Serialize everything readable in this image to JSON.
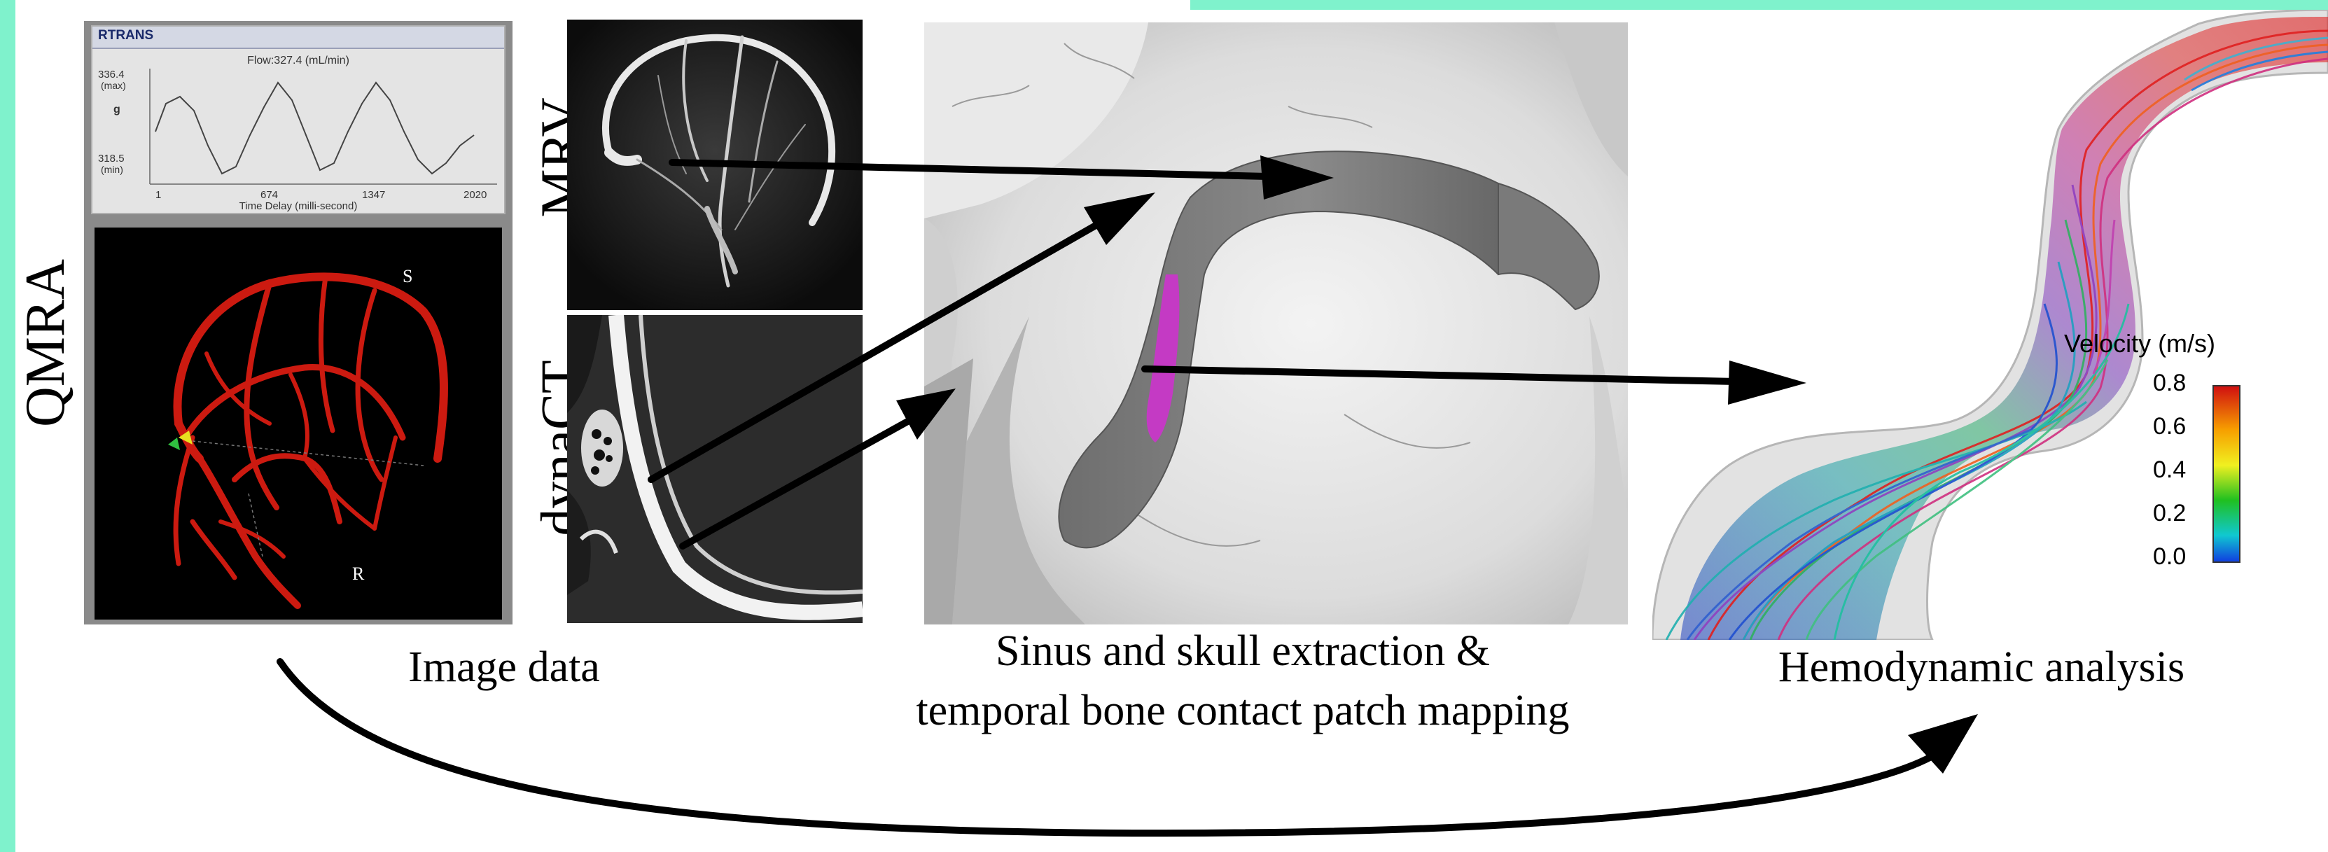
{
  "colors": {
    "accent_border": "#7ff2cc",
    "vessel_red": "#cc1a10",
    "patch_magenta": "#cc33cc",
    "black": "#000000"
  },
  "qmra_panel": {
    "side_label": "QMRA",
    "header": "RTRANS",
    "flow_title": "Flow:327.4 (mL/min)",
    "y_max_value": "336.4",
    "y_max_tag": "(max)",
    "y_min_value": "318.5",
    "y_min_tag": "(min)",
    "y_axis_symbol": "g",
    "x_ticks": [
      "1",
      "674",
      "1347",
      "2020"
    ],
    "x_axis_label": "Time Delay (milli-second)",
    "orientation_s": "S",
    "orientation_r": "R"
  },
  "imaging": {
    "mrv_label": "MRV",
    "dynact_label": "dynaCT"
  },
  "captions": {
    "image_data": "Image data",
    "sinus_line1": "Sinus and skull extraction &",
    "sinus_line2": "temporal bone contact patch mapping",
    "hemodynamic": "Hemodynamic analysis"
  },
  "velocity_legend": {
    "title": "Velocity (m/s)",
    "ticks": [
      "0.8",
      "0.6",
      "0.4",
      "0.2",
      "0.0"
    ],
    "colors": [
      "#d01010",
      "#f7a000",
      "#f0f020",
      "#20c020",
      "#10c8d0",
      "#1040e0"
    ]
  },
  "icons": {
    "arrow": "arrow-right-icon",
    "curved_arrow": "curved-arrow-icon"
  }
}
